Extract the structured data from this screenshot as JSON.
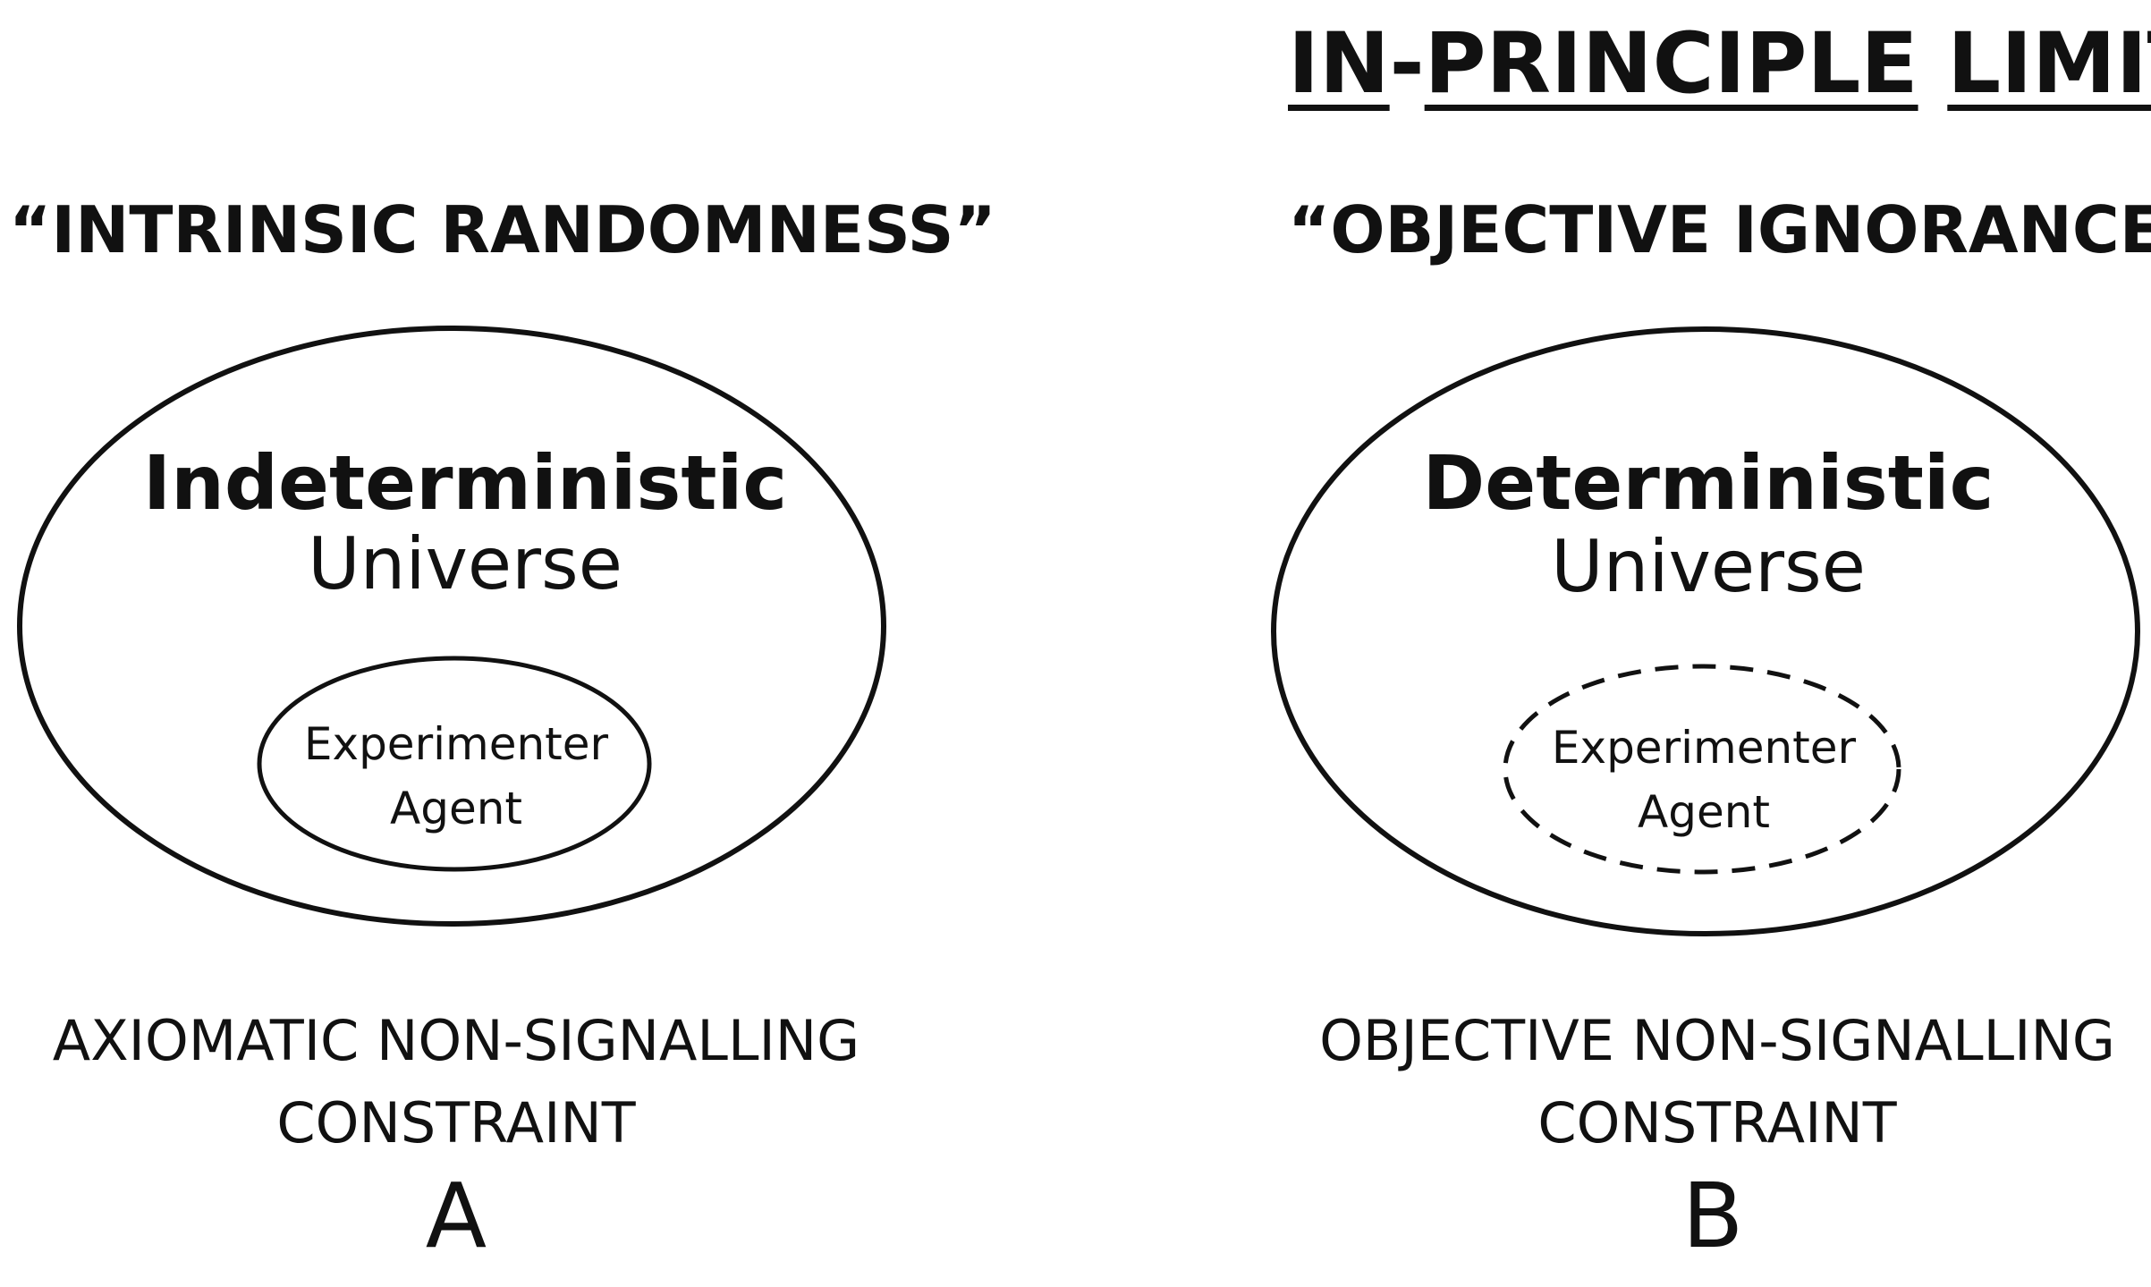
{
  "header": {
    "limit_words": [
      "IN",
      "-",
      "PRINCIPLE",
      " ",
      "LIMIT"
    ]
  },
  "panels": [
    {
      "letter": "A",
      "quote": "“INTRINSIC RANDOMNESS”",
      "universe_bold": "Indeterministic",
      "universe_word": "Universe",
      "agent_line1": "Experimenter",
      "agent_line2": "Agent",
      "agent_border": "solid",
      "constraint_line1": "AXIOMATIC NON-SIGNALLING",
      "constraint_line2": "CONSTRAINT"
    },
    {
      "letter": "B",
      "quote": "“OBJECTIVE IGNORANCE”",
      "universe_bold": "Deterministic",
      "universe_word": "Universe",
      "agent_line1": "Experimenter",
      "agent_line2": "Agent",
      "agent_border": "dashed",
      "constraint_line1": "OBJECTIVE NON-SIGNALLING",
      "constraint_line2": "CONSTRAINT"
    }
  ],
  "colors": {
    "ink": "#111111",
    "background": "#ffffff"
  }
}
